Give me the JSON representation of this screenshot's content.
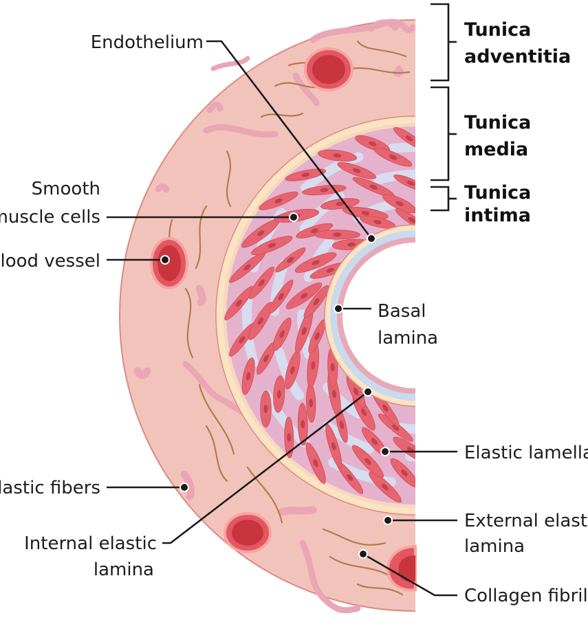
{
  "labels": {
    "endothelium": "Endothelium",
    "smooth_muscle_1": "Smooth",
    "smooth_muscle_2": "muscle cells",
    "blood_vessel": "Blood vessel",
    "basal_lamina_1": "Basal",
    "basal_lamina_2": "lamina",
    "elastic_lamella": "Elastic lamella",
    "elastic_fibers": "Elastic fibers",
    "external_elastic_1": "External elastic",
    "external_elastic_2": "lamina",
    "internal_elastic_1": "Internal elastic",
    "internal_elastic_2": "lamina",
    "collagen_fibrils": "Collagen fibrils"
  },
  "layers": {
    "adventitia_1": "Tunica",
    "adventitia_2": "adventitia",
    "media_1": "Tunica",
    "media_2": "media",
    "intima_1": "Tunica",
    "intima_2": "intima"
  },
  "colors": {
    "adventitia": "#f2c3ba",
    "adventitia_edge": "#d98a84",
    "elastic_band": "#fbe4c2",
    "media_bg": "#e4b2cc",
    "lamella": "#d7dcef",
    "muscle_cell": "#e5646f",
    "muscle_nucleus": "#c2414f",
    "blood_vessel": "#e2424d",
    "fiber_pink": "#eaa6b4",
    "collagen": "#b37a4a",
    "intima": "#c9d9ee"
  }
}
